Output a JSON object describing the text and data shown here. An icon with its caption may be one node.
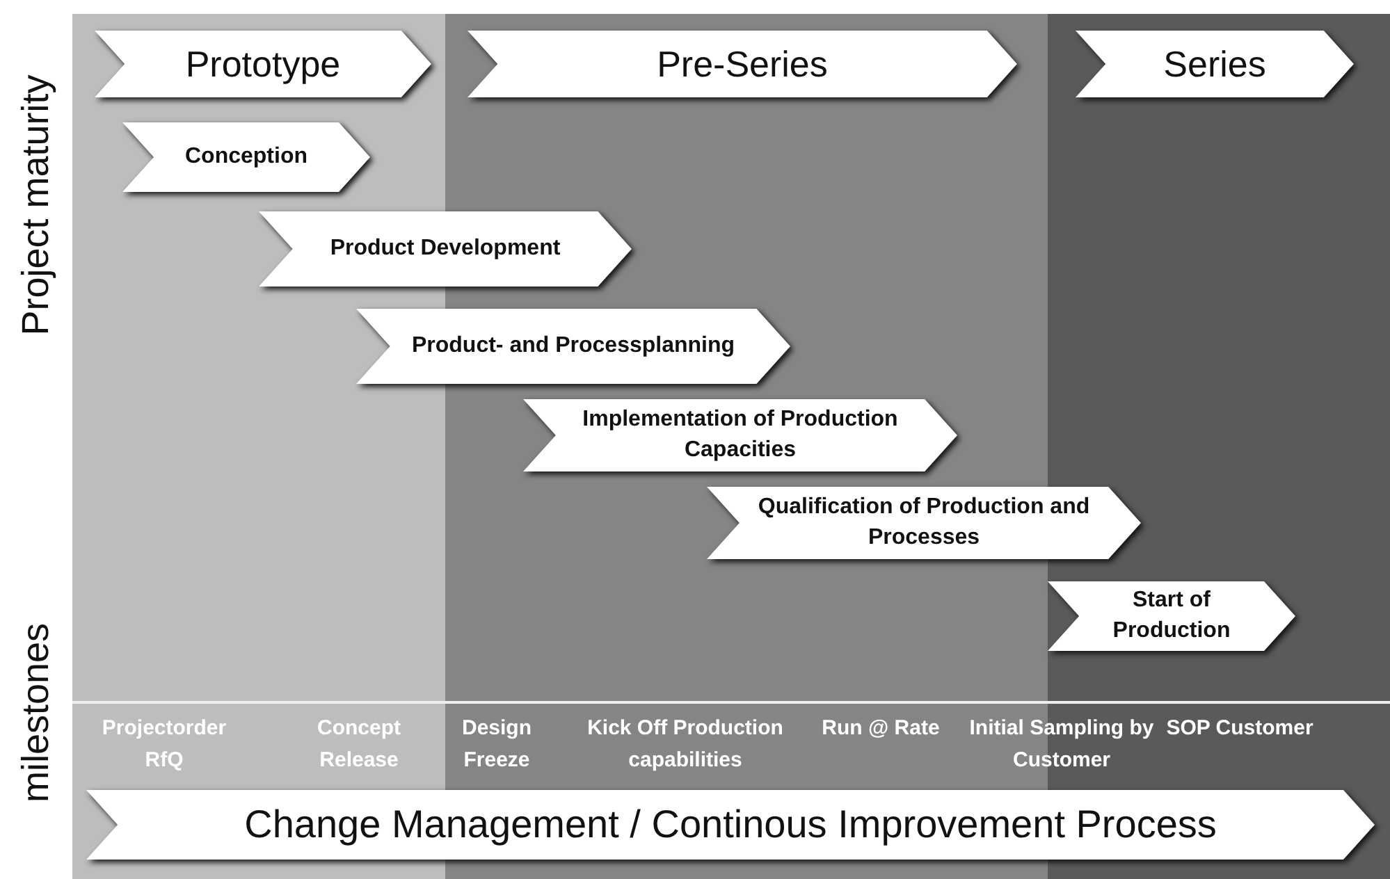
{
  "diagram": {
    "nodes": [
      {
        "text": [
          "Prototype"
        ]
      },
      {
        "text": [
          "Pre-Series"
        ]
      },
      {
        "text": [
          "Series"
        ]
      },
      {
        "text": [
          "Conception"
        ]
      },
      {
        "text": [
          "Product Development"
        ]
      },
      {
        "text": [
          "Product- and Processplanning"
        ]
      },
      {
        "text": [
          "Implementation of Production Capacities"
        ]
      },
      {
        "text": [
          "Qualification of Production and Processes"
        ]
      },
      {
        "text": [
          "Start of Production"
        ]
      },
      {
        "text": [
          "Change Management / Continous Improvement Process"
        ]
      }
    ],
    "edges": [],
    "labels": [
      "Project maturity",
      "milestones",
      "Projectorder RfQ",
      "Concept Release",
      "Design Freeze",
      "Kick Off Production capabilities",
      "Run @ Rate",
      "Initial Sampling by Customer",
      "SOP Customer"
    ]
  }
}
